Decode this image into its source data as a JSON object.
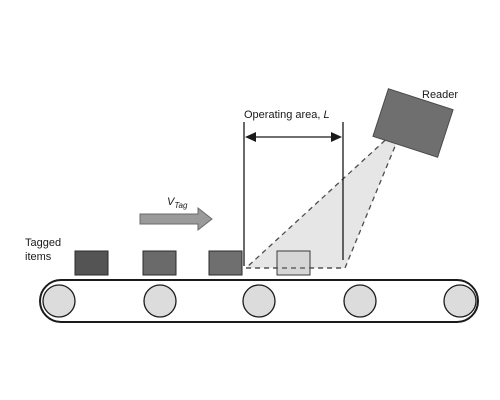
{
  "diagram": {
    "reader_label": "Reader",
    "operating_area_label": "Operating area, ",
    "operating_area_symbol": "L",
    "velocity_symbol": "V",
    "velocity_subscript": "Tag",
    "tagged_items_label_line1": "Tagged",
    "tagged_items_label_line2": "items"
  },
  "colors": {
    "item_fill": "#5f5f5f",
    "item_fill_dark": "#4a4a4a",
    "item_in_area_fill": "#d9d9d9",
    "reader_fill": "#707070",
    "beam_fill": "#e4e4e4",
    "arrow_fill": "#9a9a9a",
    "roller_fill": "#dcdcdc",
    "line": "#1a1a1a"
  }
}
